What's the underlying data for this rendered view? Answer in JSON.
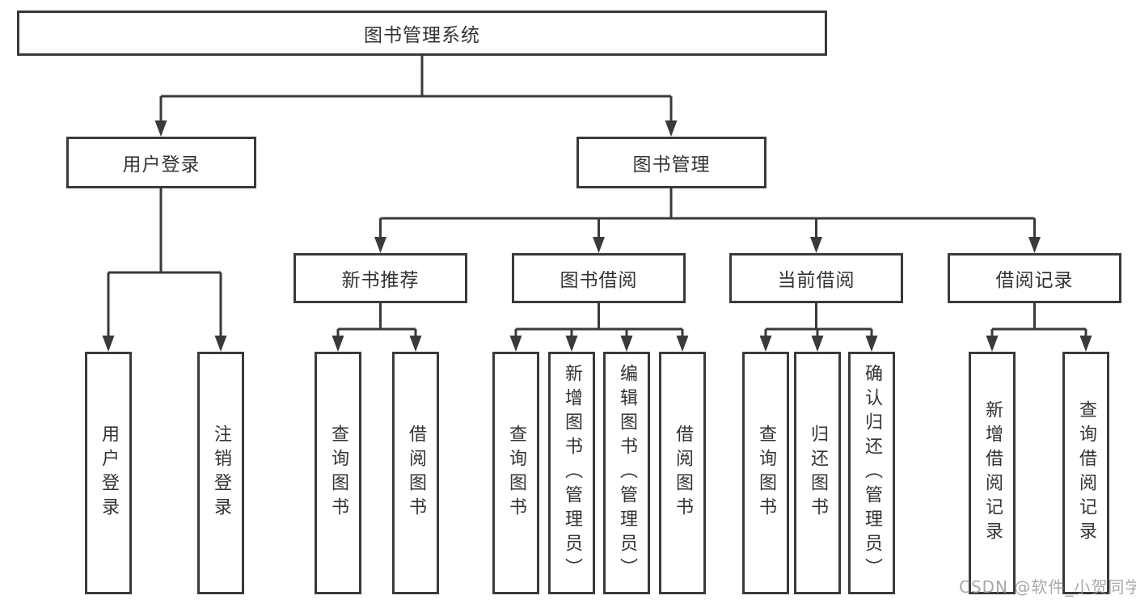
{
  "tree": {
    "root": {
      "label": "图书管理系统"
    },
    "branches": [
      {
        "label": "用户登录",
        "children": [
          {
            "label": "用户登录"
          },
          {
            "label": "注销登录"
          }
        ]
      },
      {
        "label": "图书管理",
        "children": [
          {
            "label": "新书推荐",
            "children": [
              {
                "label": "查询图书"
              },
              {
                "label": "借阅图书"
              }
            ]
          },
          {
            "label": "图书借阅",
            "children": [
              {
                "label": "查询图书"
              },
              {
                "label": "新增图书（管理员）"
              },
              {
                "label": "编辑图书（管理员）"
              },
              {
                "label": "借阅图书"
              }
            ]
          },
          {
            "label": "当前借阅",
            "children": [
              {
                "label": "查询图书"
              },
              {
                "label": "归还图书"
              },
              {
                "label": "确认归还（管理员）"
              }
            ]
          },
          {
            "label": "借阅记录",
            "children": [
              {
                "label": "新增借阅记录"
              },
              {
                "label": "查询借阅记录"
              }
            ]
          }
        ]
      }
    ]
  },
  "watermark": "CSDN @软件_小贺同学",
  "colors": {
    "line": "#3a3a3a",
    "text": "#333333",
    "background": "#ffffff",
    "watermark": "#9a9a9a"
  }
}
